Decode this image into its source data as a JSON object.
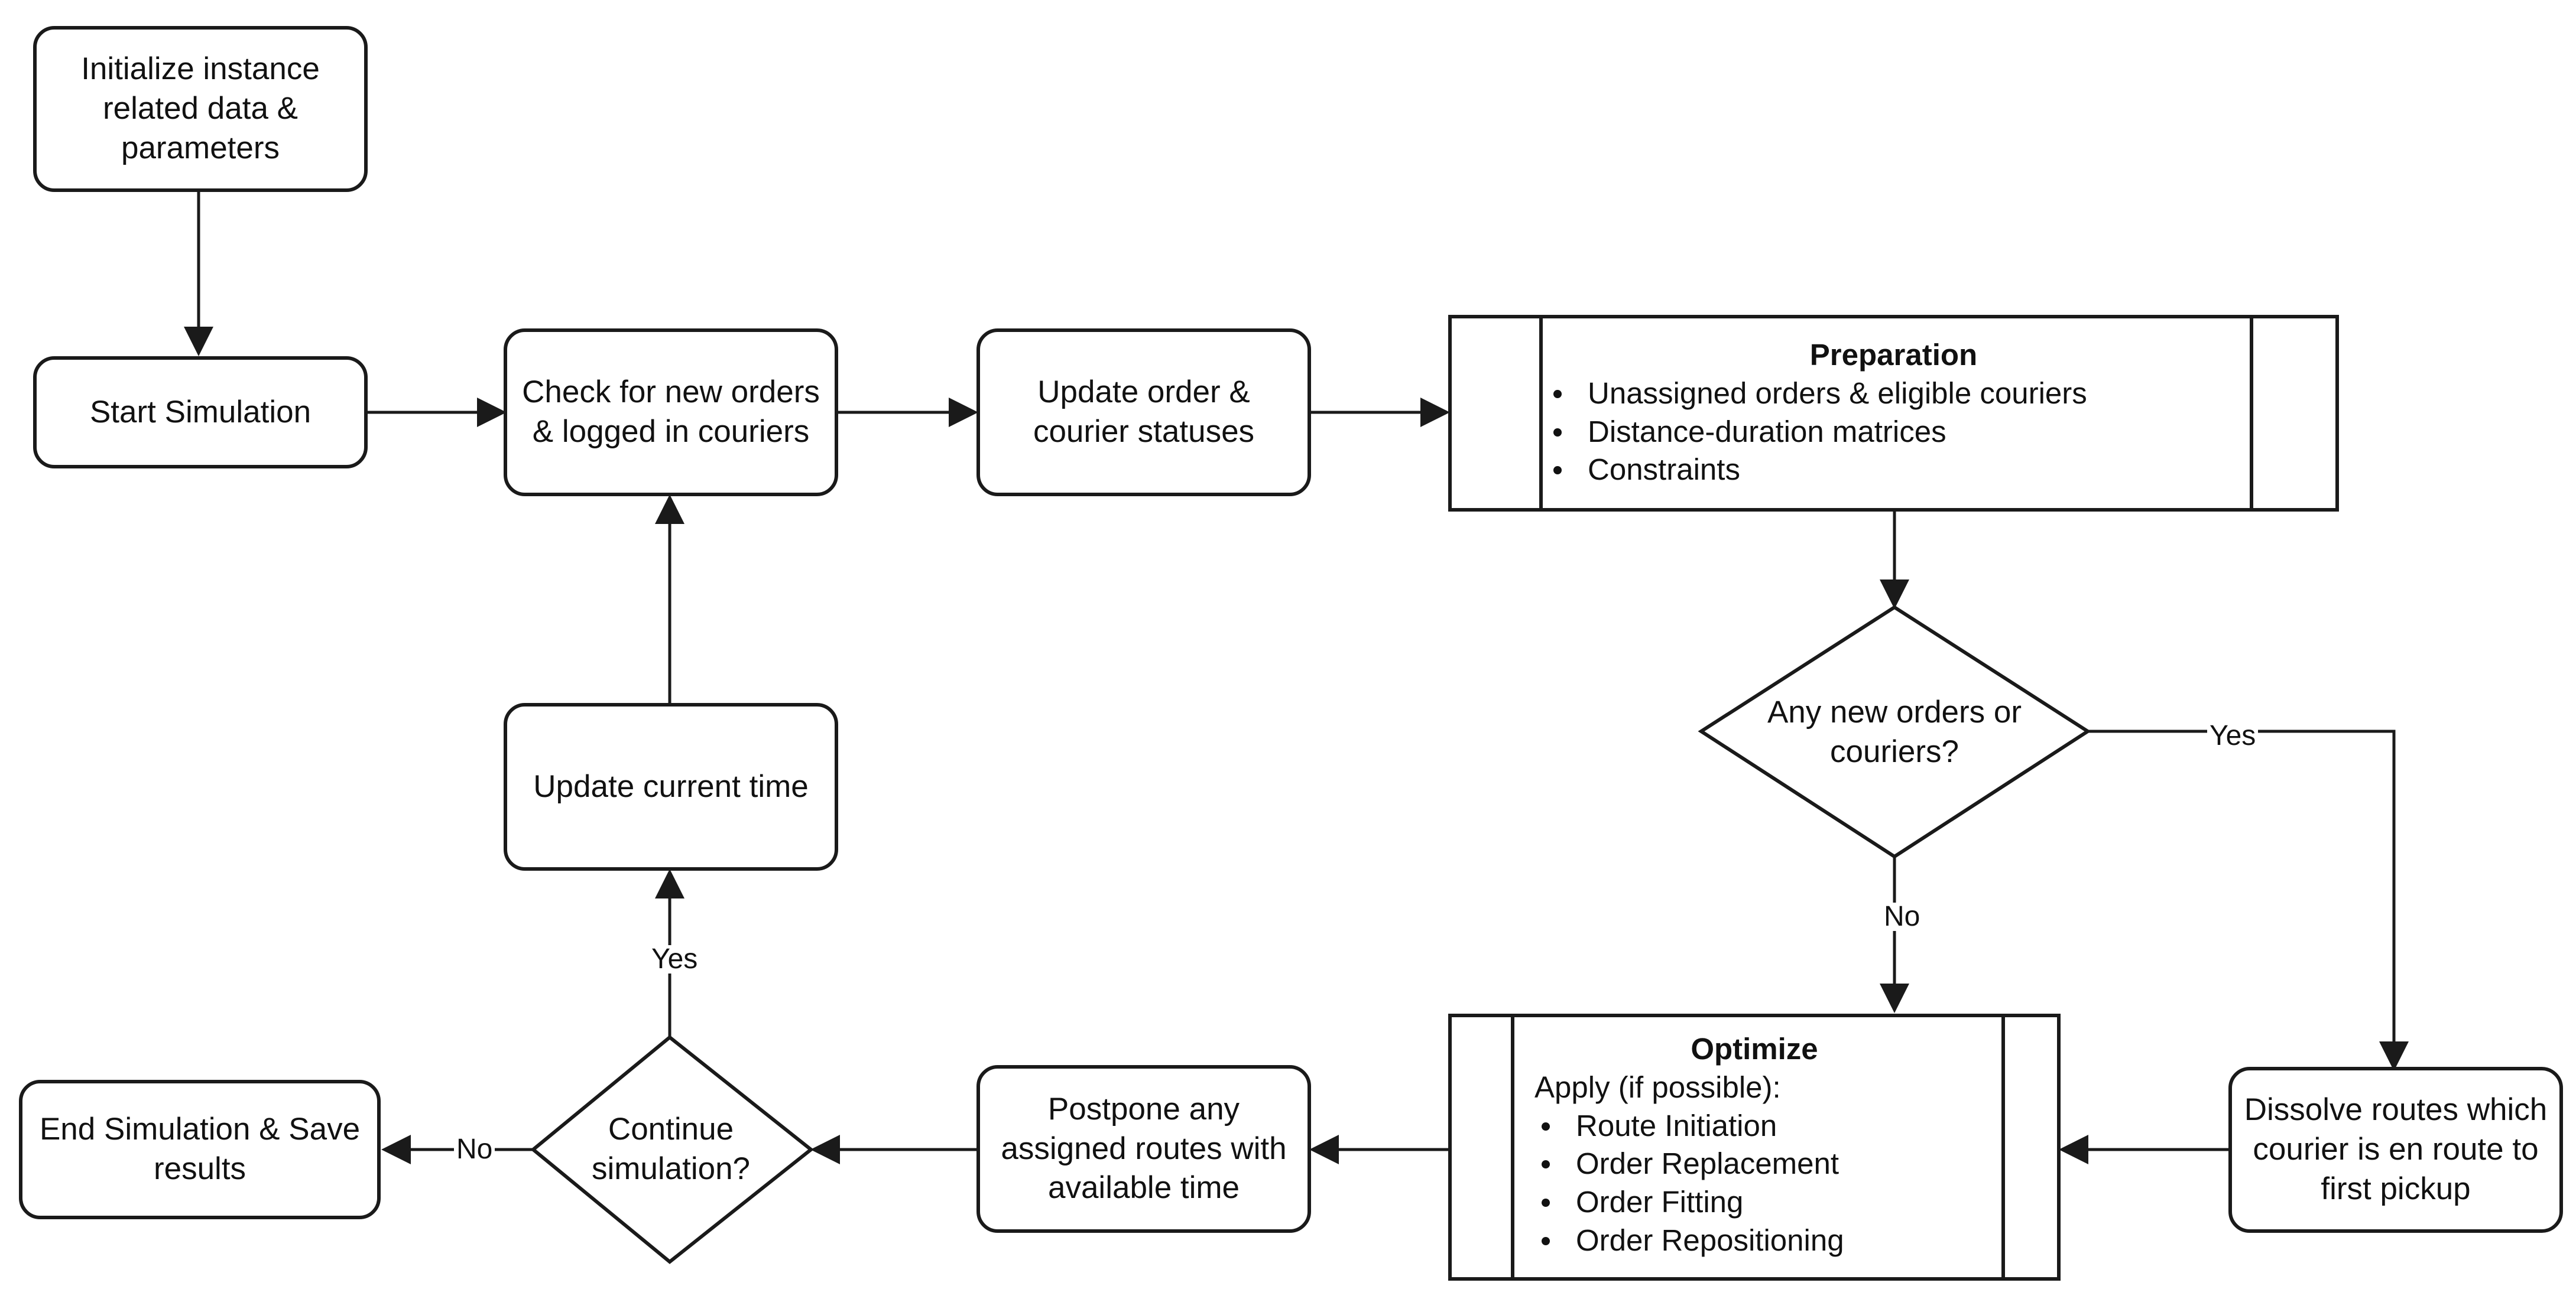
{
  "nodes": {
    "init": "Initialize instance related data & parameters",
    "start": "Start Simulation",
    "check": "Check for new orders & logged in couriers",
    "update_status": "Update order & courier statuses",
    "preparation": {
      "title": "Preparation",
      "items": [
        "Unassigned orders & eligible couriers",
        "Distance-duration matrices",
        "Constraints"
      ]
    },
    "decision_new": "Any new orders or couriers?",
    "dissolve": "Dissolve routes which courier is en route to first pickup",
    "optimize": {
      "title": "Optimize",
      "subtitle": "Apply (if possible):",
      "items": [
        "Route Initiation",
        "Order Replacement",
        "Order Fitting",
        "Order Repositioning"
      ]
    },
    "postpone": "Postpone any assigned routes with available time",
    "decision_continue": "Continue simulation?",
    "end": "End Simulation & Save results",
    "update_time": "Update current time"
  },
  "edge_labels": {
    "new_yes": "Yes",
    "new_no": "No",
    "continue_yes": "Yes",
    "continue_no": "No"
  },
  "colors": {
    "stroke": "#1a1a1a",
    "background": "#ffffff",
    "text": "#111111"
  }
}
